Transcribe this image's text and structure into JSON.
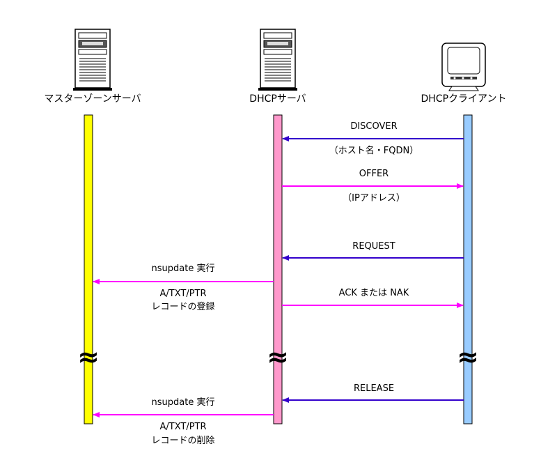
{
  "participants": [
    {
      "id": "master",
      "label": "マスターゾーンサーバ",
      "icon": "server-icon",
      "color": "#ffff00"
    },
    {
      "id": "dhcp",
      "label": "DHCPサーバ",
      "icon": "server-icon",
      "color": "#ff99cc"
    },
    {
      "id": "client",
      "label": "DHCPクライアント",
      "icon": "monitor-icon",
      "color": "#99ccff"
    }
  ],
  "colors": {
    "to_server": "#3300cc",
    "from_server": "#ff00ff"
  },
  "messages": [
    {
      "id": "discover",
      "from": "client",
      "to": "dhcp",
      "label": "DISCOVER",
      "sublabel": "（ホスト名・FQDN）"
    },
    {
      "id": "offer",
      "from": "dhcp",
      "to": "client",
      "label": "OFFER",
      "sublabel": "（IPアドレス）"
    },
    {
      "id": "request",
      "from": "client",
      "to": "dhcp",
      "label": "REQUEST",
      "sublabel": ""
    },
    {
      "id": "nsupdate-register",
      "from": "dhcp",
      "to": "master",
      "label": "nsupdate 実行",
      "sublabel": "A/TXT/PTR",
      "sublabel2": "レコードの登録"
    },
    {
      "id": "ack",
      "from": "dhcp",
      "to": "client",
      "label": "ACK または NAK",
      "sublabel": ""
    },
    {
      "id": "release",
      "from": "client",
      "to": "dhcp",
      "label": "RELEASE",
      "sublabel": ""
    },
    {
      "id": "nsupdate-delete",
      "from": "dhcp",
      "to": "master",
      "label": "nsupdate 実行",
      "sublabel": "A/TXT/PTR",
      "sublabel2": "レコードの削除"
    }
  ],
  "break_symbol": "≈"
}
